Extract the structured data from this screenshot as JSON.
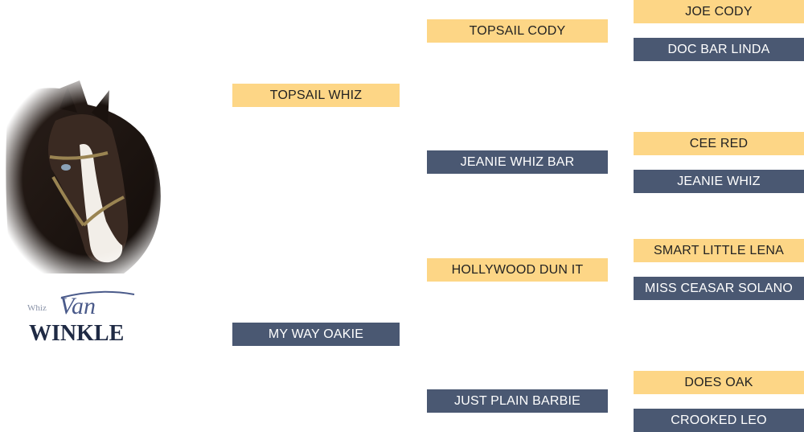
{
  "colors": {
    "sire": "#fdd686",
    "dam": "#4a5872"
  },
  "subject": {
    "photo_icon": "horse-portrait",
    "logo": {
      "small": "Whiz",
      "script": "Van",
      "main": "WINKLE"
    }
  },
  "pedigree": {
    "sire": "TOPSAIL WHIZ",
    "dam": "MY WAY OAKIE",
    "sire_sire": "TOPSAIL CODY",
    "sire_dam": "JEANIE WHIZ BAR",
    "dam_sire": "HOLLYWOOD DUN IT",
    "dam_dam": "JUST PLAIN BARBIE",
    "sire_sire_sire": "JOE CODY",
    "sire_sire_dam": "DOC BAR LINDA",
    "sire_dam_sire": "CEE RED",
    "sire_dam_dam": "JEANIE WHIZ",
    "dam_sire_sire": "SMART LITTLE LENA",
    "dam_sire_dam": "MISS CEASAR SOLANO",
    "dam_dam_sire": "DOES OAK",
    "dam_dam_dam": "CROOKED LEO"
  }
}
